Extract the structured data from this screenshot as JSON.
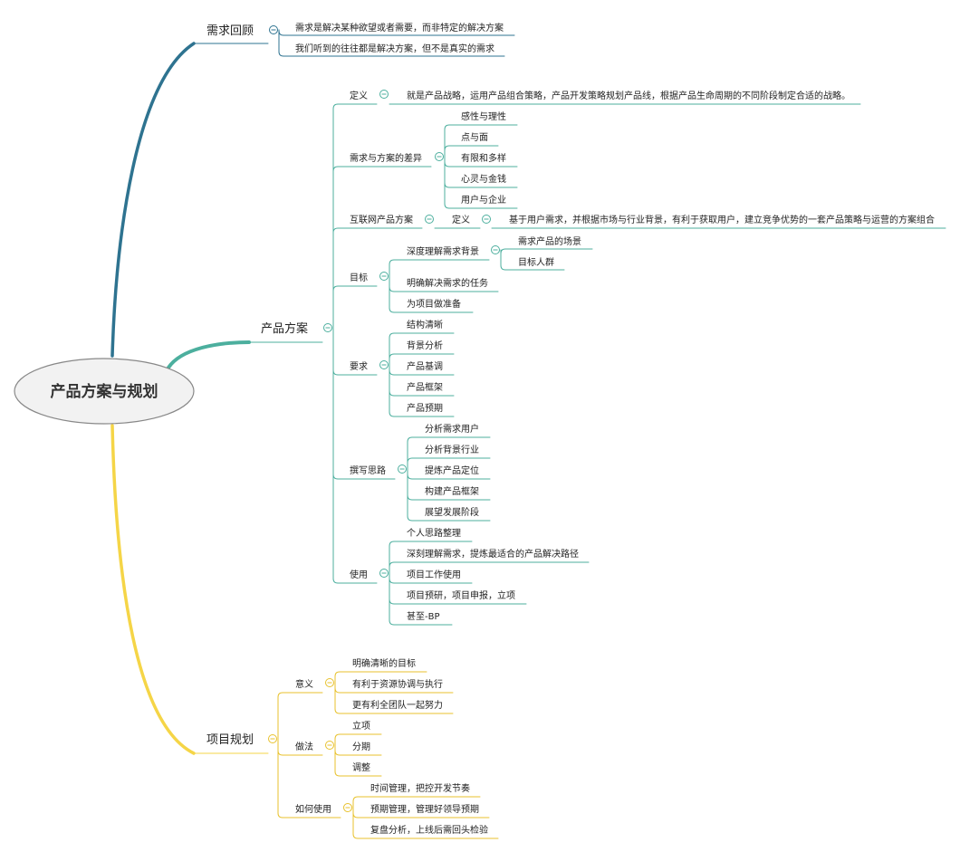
{
  "colors": {
    "branch_demand": "#2e7390",
    "branch_solution": "#4caf9e",
    "branch_plan": "#f5d547",
    "root_fill": "#f2f2f2",
    "root_stroke": "#888888"
  },
  "icons": {
    "collapse": "minus-circle-icon"
  },
  "root": {
    "label": "产品方案与规划"
  },
  "demand": {
    "label": "需求回顾",
    "items": [
      "需求是解决某种欲望或者需要，而非特定的解决方案",
      "我们听到的往往都是解决方案，但不是真实的需求"
    ]
  },
  "solution": {
    "label": "产品方案",
    "definition": {
      "label": "定义",
      "text": "就是产品战略，运用产品组合策略，产品开发策略规划产品线，根据产品生命周期的不同阶段制定合适的战略。"
    },
    "difference": {
      "label": "需求与方案的差异",
      "items": [
        "感性与理性",
        "点与面",
        "有限和多样",
        "心灵与金钱",
        "用户与企业"
      ]
    },
    "internet": {
      "label": "互联网产品方案",
      "def_label": "定义",
      "def_text": "基于用户需求，并根据市场与行业背景，有利于获取用户，建立竞争优势的一套产品策略与运营的方案组合"
    },
    "goal": {
      "label": "目标",
      "deep": {
        "label": "深度理解需求背景",
        "items": [
          "需求产品的场景",
          "目标人群"
        ]
      },
      "items": [
        "明确解决需求的任务",
        "为项目做准备"
      ]
    },
    "requirements": {
      "label": "要求",
      "items": [
        "结构清晰",
        "背景分析",
        "产品基调",
        "产品框架",
        "产品预期"
      ]
    },
    "writing": {
      "label": "撰写思路",
      "items": [
        "分析需求用户",
        "分析背景行业",
        "提炼产品定位",
        "构建产品框架",
        "展望发展阶段"
      ]
    },
    "usage": {
      "label": "使用",
      "items": [
        "个人思路整理",
        "深刻理解需求，提炼最适合的产品解决路径",
        "项目工作使用",
        "项目预研，项目申报，立项",
        "甚至-BP"
      ]
    }
  },
  "plan": {
    "label": "项目规划",
    "meaning": {
      "label": "意义",
      "items": [
        "明确清晰的目标",
        "有利于资源协调与执行",
        "更有利全团队一起努力"
      ]
    },
    "method": {
      "label": "做法",
      "items": [
        "立项",
        "分期",
        "调整"
      ]
    },
    "howto": {
      "label": "如何使用",
      "items": [
        "时间管理，把控开发节奏",
        "预期管理，管理好领导预期",
        "复盘分析，上线后需回头检验"
      ]
    }
  }
}
